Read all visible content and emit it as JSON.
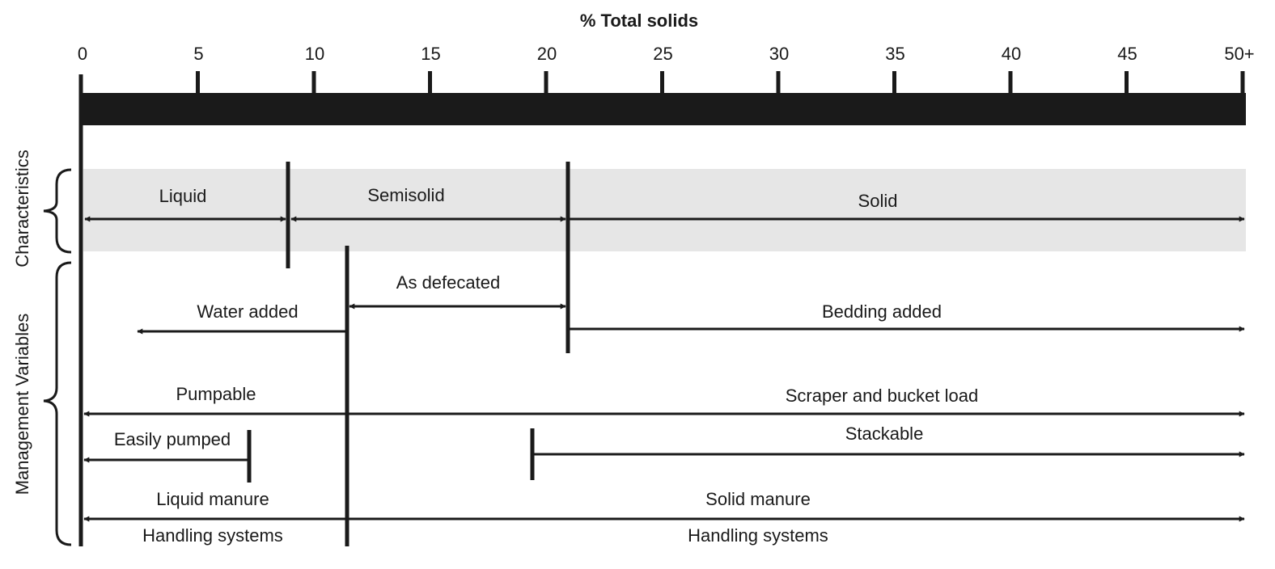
{
  "title": "% Total solids",
  "scale": {
    "min": 0,
    "max": 50,
    "ticks": [
      {
        "value": 0,
        "label": "0"
      },
      {
        "value": 5,
        "label": "5"
      },
      {
        "value": 10,
        "label": "10"
      },
      {
        "value": 15,
        "label": "15"
      },
      {
        "value": 20,
        "label": "20"
      },
      {
        "value": 25,
        "label": "25"
      },
      {
        "value": 30,
        "label": "30"
      },
      {
        "value": 35,
        "label": "35"
      },
      {
        "value": 40,
        "label": "40"
      },
      {
        "value": 45,
        "label": "45"
      },
      {
        "value": 50,
        "label": "50+"
      }
    ]
  },
  "groups": {
    "characteristics": "Characteristics",
    "management": "Management Variables"
  },
  "characteristics": {
    "liquid": "Liquid",
    "semisolid": "Semisolid",
    "solid": "Solid"
  },
  "management": {
    "as_defecated": "As defecated",
    "water_added": "Water added",
    "bedding_added": "Bedding added",
    "pumpable": "Pumpable",
    "scraper": "Scraper and bucket load",
    "easily_pumped": "Easily pumped",
    "stackable": "Stackable",
    "liquid_manure": "Liquid manure",
    "solid_manure": "Solid manure",
    "handling_left": "Handling systems",
    "handling_right": "Handling systems"
  },
  "colors": {
    "ink": "#1a1a1a",
    "band": "#e6e6e6"
  }
}
